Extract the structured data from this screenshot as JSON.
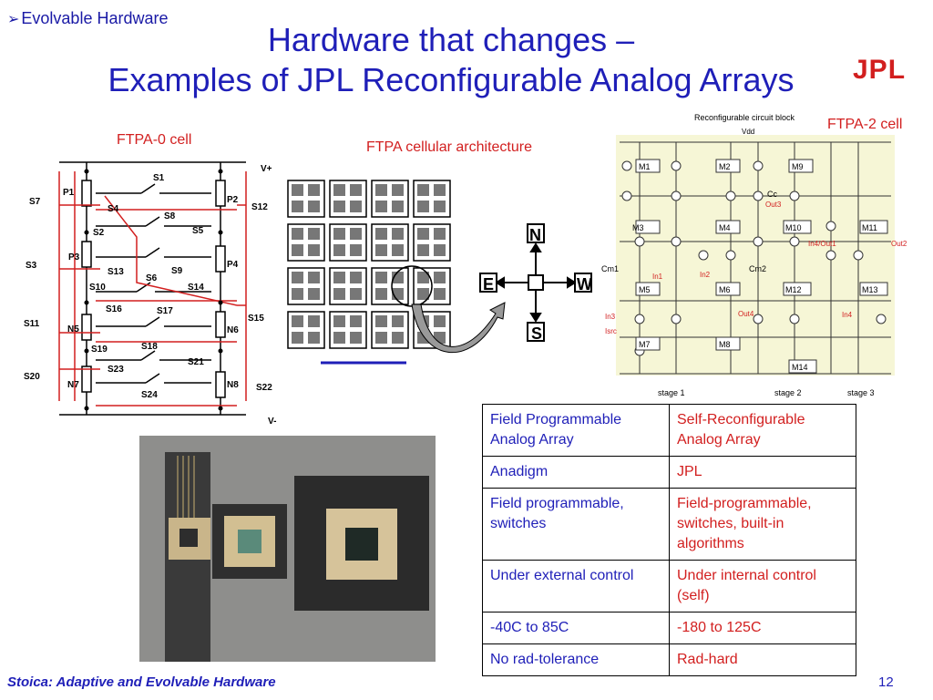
{
  "header": {
    "section_label": "Evolvable Hardware",
    "title_line1": "Hardware that changes –",
    "title_line2": "Examples of JPL Reconfigurable Analog Arrays",
    "logo_text": "JPL"
  },
  "figures": {
    "ftpa0": {
      "caption": "FTPA-0 cell",
      "labels": {
        "vplus": "V+",
        "vminus": "V-",
        "p1": "P1",
        "p2": "P2",
        "p3": "P3",
        "p4": "P4",
        "n5": "N5",
        "n6": "N6",
        "n7": "N7",
        "n8": "N8",
        "s1": "S1",
        "s2": "S2",
        "s3": "S3",
        "s4": "S4",
        "s5": "S5",
        "s6": "S6",
        "s7": "S7",
        "s8": "S8",
        "s9": "S9",
        "s10": "S10",
        "s11": "S11",
        "s12": "S12",
        "s13": "S13",
        "s14": "S14",
        "s15": "S15",
        "s16": "S16",
        "s17": "S17",
        "s18": "S18",
        "s19": "S19",
        "s20": "S20",
        "s21": "S21",
        "s22": "S22",
        "s23": "S23",
        "s24": "S24"
      }
    },
    "cellular": {
      "caption": "FTPA cellular architecture",
      "n": "N",
      "e": "E",
      "w": "W",
      "s": "S"
    },
    "ftpa2": {
      "caption": "FTPA-2 cell",
      "block_title": "Reconfigurable circuit block",
      "vdd": "Vdd",
      "m1": "M1",
      "m2": "M2",
      "m3": "M3",
      "m4": "M4",
      "m5": "M5",
      "m6": "M6",
      "m7": "M7",
      "m8": "M8",
      "m9": "M9",
      "m10": "M10",
      "m11": "M11",
      "m12": "M12",
      "m13": "M13",
      "m14": "M14",
      "stage1": "stage 1",
      "stage2": "stage 2",
      "stage3": "stage 3",
      "out1": "Out1",
      "out2": "Out2",
      "out3": "Out3",
      "out4": "Out4",
      "in1": "In1",
      "in2": "In2",
      "in3": "In3",
      "in4": "In4",
      "isrc": "Isrc",
      "cc": "Cc",
      "cm1": "Cm1",
      "cm2": "Cm2",
      "in4out1": "In4/Out1"
    }
  },
  "comparison_table": {
    "rows": [
      {
        "left": "Field Programmable Analog Array",
        "right": "Self-Reconfigurable Analog Array"
      },
      {
        "left": "Anadigm",
        "right": "JPL"
      },
      {
        "left": "Field programmable, switches",
        "right": "Field-programmable, switches, built-in algorithms"
      },
      {
        "left": "Under external control",
        "right": "Under internal control (self)"
      },
      {
        "left": "-40C to  85C",
        "right": "-180 to 125C"
      },
      {
        "left": "No rad-tolerance",
        "right": "Rad-hard"
      }
    ]
  },
  "footer": {
    "left": "Stoica: Adaptive and Evolvable Hardware",
    "page": "12"
  }
}
